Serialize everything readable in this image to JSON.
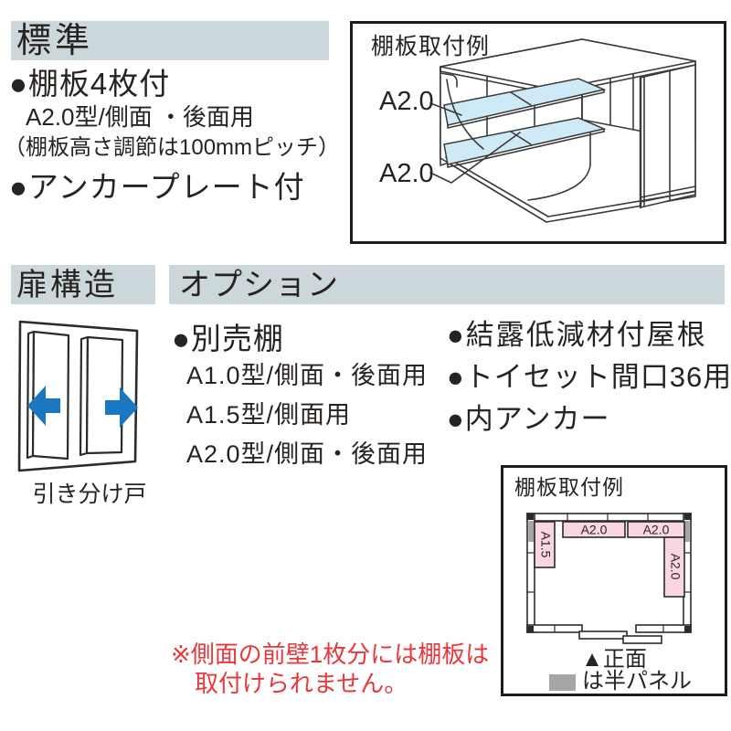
{
  "colors": {
    "header_bg": "#ccd7dc",
    "text": "#272320",
    "red": "#e8383c",
    "arrow_blue": "#1a78c2",
    "shelf_blue": "#cfeaf7",
    "shelf_pink": "#f8d6e2",
    "half_panel_gray": "#a6a6a6",
    "line": "#3a3a3a"
  },
  "standard": {
    "header": "標準",
    "item_shelf": "●棚板4枚付",
    "item_shelf_type": "A2.0型/側面 ・後面用",
    "item_shelf_note": "（棚板高さ調節は100mmピッチ）",
    "item_anchor": "●アンカープレート付"
  },
  "shelf_example_top": {
    "title": "棚板取付例",
    "label_upper": "A2.0",
    "label_lower": "A2.0"
  },
  "door": {
    "header": "扉構造",
    "caption": "引き分け戸"
  },
  "options": {
    "header": "オプション",
    "separate_shelf": "●別売棚",
    "shelf_types": [
      "A1.0型/側面・後面用",
      "A1.5型/側面用",
      "A2.0型/側面・後面用"
    ],
    "other": [
      "●結露低減材付屋根",
      "●トイセット間口36用",
      "●内アンカー"
    ]
  },
  "shelf_example_bottom": {
    "title": "棚板取付例",
    "shelf_left": "A1.5",
    "shelf_top1": "A2.0",
    "shelf_top2": "A2.0",
    "shelf_right": "A2.0",
    "legend_front": "▲正面",
    "legend_half_panel": "は半パネル"
  },
  "note": {
    "line1": "※側面の前壁1枚分には棚板は",
    "line2": "取付けられません。"
  }
}
